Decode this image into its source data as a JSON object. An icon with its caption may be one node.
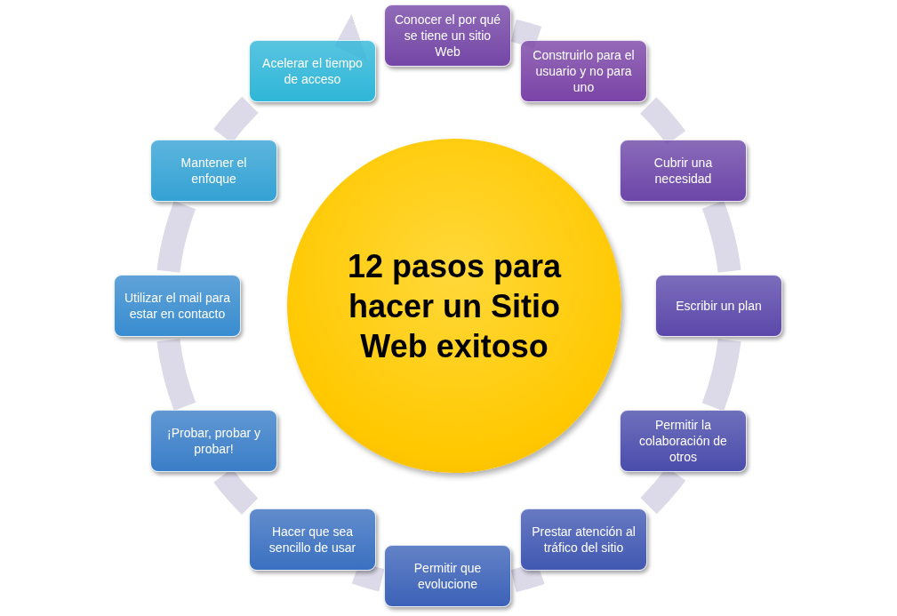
{
  "diagram": {
    "nodes": [
      {
        "text": [
          "12 pasos para hacer un Sitio Web exitoso"
        ]
      },
      {
        "text": [
          "Conocer el por qué se tiene un sitio Web"
        ]
      },
      {
        "text": [
          "Construirlo para el usuario y no para uno"
        ]
      },
      {
        "text": [
          "Cubrir una necesidad"
        ]
      },
      {
        "text": [
          "Escribir un plan"
        ]
      },
      {
        "text": [
          "Permitir la colaboración de otros"
        ]
      },
      {
        "text": [
          "Prestar atención al tráfico del sitio"
        ]
      },
      {
        "text": [
          "Permitir que evolucione"
        ]
      },
      {
        "text": [
          "Hacer que sea sencillo de usar"
        ]
      },
      {
        "text": [
          "¡Probar, probar y probar!"
        ]
      },
      {
        "text": [
          "Utilizar el mail para estar en contacto"
        ]
      },
      {
        "text": [
          "Mantener el enfoque"
        ]
      },
      {
        "text": [
          "Acelerar el tiempo de acceso"
        ]
      }
    ],
    "edges": [
      {
        "from": 1,
        "to": 2,
        "arrow": "none"
      },
      {
        "from": 2,
        "to": 3,
        "arrow": "none"
      },
      {
        "from": 3,
        "to": 4,
        "arrow": "none"
      },
      {
        "from": 4,
        "to": 5,
        "arrow": "none"
      },
      {
        "from": 5,
        "to": 6,
        "arrow": "none"
      },
      {
        "from": 6,
        "to": 7,
        "arrow": "none"
      },
      {
        "from": 7,
        "to": 8,
        "arrow": "none"
      },
      {
        "from": 8,
        "to": 9,
        "arrow": "none"
      },
      {
        "from": 9,
        "to": 10,
        "arrow": "none"
      },
      {
        "from": 10,
        "to": 11,
        "arrow": "none"
      },
      {
        "from": 11,
        "to": 12,
        "arrow": "none"
      },
      {
        "from": 12,
        "to": 1,
        "arrow": "to"
      }
    ]
  }
}
